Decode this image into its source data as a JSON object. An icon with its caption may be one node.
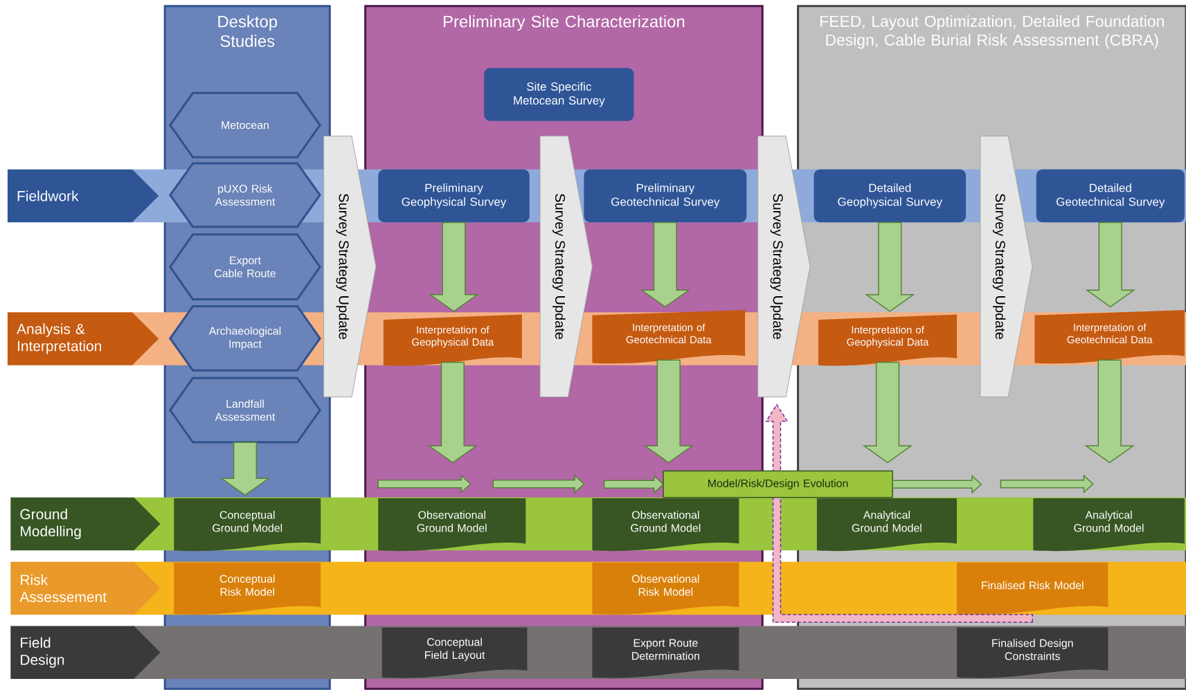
{
  "diagram": {
    "nodes": [
      {
        "text": [
          "Desktop Studies"
        ]
      },
      {
        "text": [
          "Preliminary Site Characterization"
        ]
      },
      {
        "text": [
          "FEED, Layout Optimization, Detailed Foundation Design, Cable Burial Risk Assessment (CBRA)"
        ]
      },
      {
        "text": [
          "Fieldwork"
        ]
      },
      {
        "text": [
          "Analysis & Interpretation"
        ]
      },
      {
        "text": [
          "Ground Modelling"
        ]
      },
      {
        "text": [
          "Risk Assessement"
        ]
      },
      {
        "text": [
          "Field Design"
        ]
      },
      {
        "text": [
          "Metocean"
        ],
        "in": 0
      },
      {
        "text": [
          "pUXO Risk Assessment"
        ],
        "in": 0
      },
      {
        "text": [
          "Export Cable Route"
        ],
        "in": 0
      },
      {
        "text": [
          "Archaeological Impact"
        ],
        "in": 0
      },
      {
        "text": [
          "Landfall Assessment"
        ],
        "in": 0
      },
      {
        "text": [
          "Site Specific Metocean Survey"
        ],
        "in": 1
      },
      {
        "text": [
          "Survey Strategy Update"
        ]
      },
      {
        "text": [
          "Preliminary Geophysical Survey"
        ],
        "in": 1
      },
      {
        "text": [
          "Survey Strategy Update"
        ],
        "in": 1
      },
      {
        "text": [
          "Preliminary Geotechnical Survey"
        ],
        "in": 1
      },
      {
        "text": [
          "Survey Strategy Update"
        ]
      },
      {
        "text": [
          "Detailed Geophysical Survey"
        ],
        "in": 2
      },
      {
        "text": [
          "Survey Strategy Update"
        ],
        "in": 2
      },
      {
        "text": [
          "Detailed Geotechnical Survey"
        ],
        "in": 2
      },
      {
        "text": [
          "Interpretation of Geophysical Data"
        ],
        "in": 1
      },
      {
        "text": [
          "Interpretation of Geotechnical Data"
        ],
        "in": 1
      },
      {
        "text": [
          "Interpretation of Geophysical Data"
        ],
        "in": 2
      },
      {
        "text": [
          "Interpretation of Geotechnical Data"
        ],
        "in": 2
      },
      {
        "text": [
          "Model/Risk/Design Evolution"
        ]
      },
      {
        "text": [
          "Conceptual Ground Model"
        ],
        "in": 0
      },
      {
        "text": [
          "Observational Ground Model"
        ],
        "in": 1
      },
      {
        "text": [
          "Observational Ground Model"
        ],
        "in": 1
      },
      {
        "text": [
          "Analytical Ground Model"
        ],
        "in": 2
      },
      {
        "text": [
          "Analytical Ground Model"
        ],
        "in": 2
      },
      {
        "text": [
          "Conceptual Risk Model"
        ],
        "in": 0
      },
      {
        "text": [
          "Observational Risk Model"
        ],
        "in": 1
      },
      {
        "text": [
          "Finalised Risk Model"
        ],
        "in": 2
      },
      {
        "text": [
          "Conceptual Field Layout"
        ],
        "in": 1
      },
      {
        "text": [
          "Export Route Determination"
        ],
        "in": 1
      },
      {
        "text": [
          "Finalised Design Constraints"
        ],
        "in": 2
      }
    ],
    "edges": [
      {
        "from": 12,
        "to": 27,
        "arrow": "to"
      },
      {
        "from": 15,
        "to": 22,
        "arrow": "to"
      },
      {
        "from": 22,
        "to": 28,
        "arrow": "to"
      },
      {
        "from": 17,
        "to": 23,
        "arrow": "to"
      },
      {
        "from": 23,
        "to": 29,
        "arrow": "to"
      },
      {
        "from": 19,
        "to": 24,
        "arrow": "to"
      },
      {
        "from": 24,
        "to": 30,
        "arrow": "to"
      },
      {
        "from": 21,
        "to": 25,
        "arrow": "to"
      },
      {
        "from": 25,
        "to": 31,
        "arrow": "to"
      },
      {
        "from": null,
        "to": 26,
        "arrow": "to"
      },
      {
        "from": 26,
        "to": null,
        "arrow": "to"
      },
      {
        "from": 37,
        "to": 18,
        "arrow": "to",
        "style": "dashed",
        "color": "#f2b6c6"
      }
    ]
  }
}
